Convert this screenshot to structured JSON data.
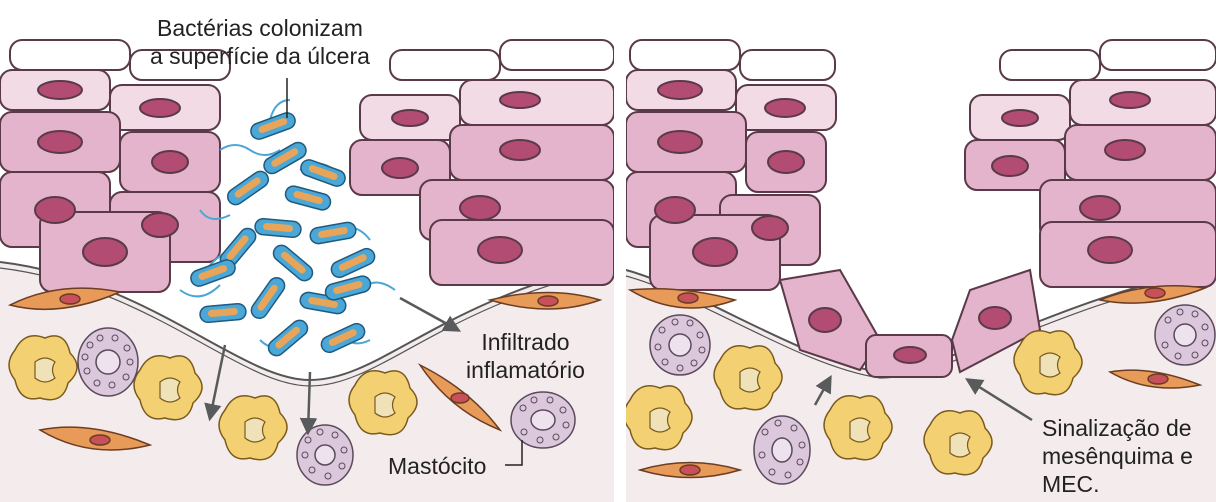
{
  "labels": {
    "bacteria_line1": "Bactérias colonizam",
    "bacteria_line2": "a superfície da úlcera",
    "infiltrado_line1": "Infiltrado",
    "infiltrado_line2": "inflamatório",
    "mastocito": "Mastócito",
    "sinalizacao_line1": "Sinalização de",
    "sinalizacao_line2": "mesênquima e",
    "sinalizacao_line3": "MEC."
  },
  "colors": {
    "epithelial_fill": "#e3b4cb",
    "epithelial_light": "#f3dbe6",
    "nucleus": "#b24c72",
    "stroma": "#f4ecec",
    "fibroblast": "#e89a58",
    "macrophage": "#f3d173",
    "mast_cell": "#dcc8dc",
    "bacteria_body": "#4aa7d6",
    "bacteria_inner": "#e8a55a",
    "arrow": "#595a5c"
  }
}
